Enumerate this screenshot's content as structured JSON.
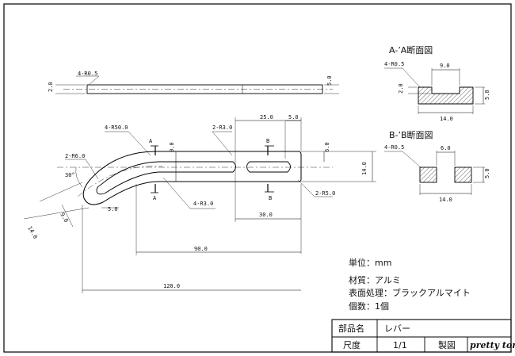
{
  "side_view": {
    "d1": "4-R0.5",
    "d2": "2.0",
    "d3": "5.0"
  },
  "top_view": {
    "r50": "4-R50.0",
    "r6": "2-R6.0",
    "ang": "30°",
    "w9": "9.0",
    "len9": "9.0",
    "w5": "5.0",
    "thk": "14.0",
    "r3a": "2-R3.0",
    "r3b": "4-R3.0",
    "r5": "2-R5.0",
    "d25": "25.0",
    "d5": "5.0",
    "d6": "6.0",
    "d30": "30.0",
    "d90": "90.0",
    "d120": "120.0",
    "secA": "A",
    "secB": "B"
  },
  "section_a": {
    "title": "A-ʼA断面図",
    "r": "4-R0.5",
    "w9": "9.0",
    "h2": "2.0",
    "h5": "5.0",
    "w14": "14.0"
  },
  "section_b": {
    "title": "B-ʼB断面図",
    "r": "4-R0.5",
    "w6": "6.0",
    "h5": "5.0",
    "w14": "14.0"
  },
  "notes": {
    "unit": "単位：mm",
    "material": "材質：アルミ",
    "finish": "表面処理：ブラックアルマイト",
    "qty": "個数：1個"
  },
  "title_block": {
    "name_label": "部品名",
    "name_value": "レバー",
    "scale_label": "尺度",
    "scale_value": "1/1",
    "drawn_label": "製図",
    "drawn_value": "pretty tom"
  }
}
